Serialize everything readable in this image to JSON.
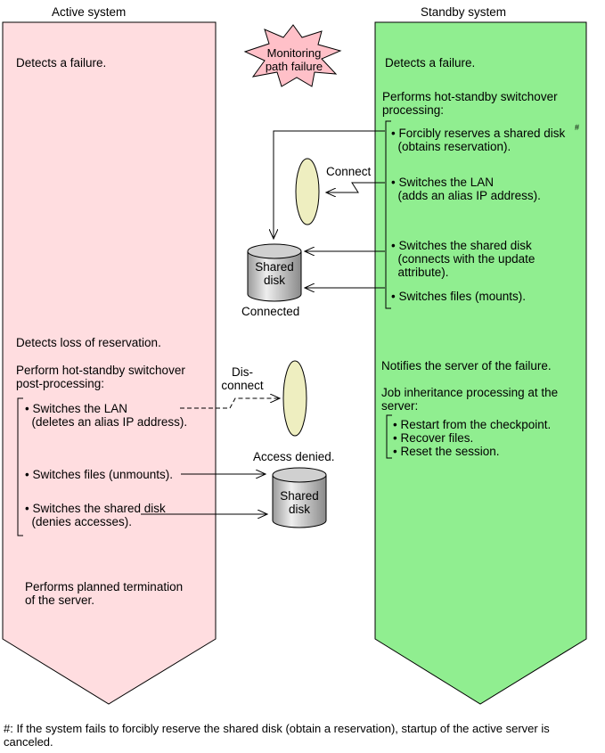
{
  "active": {
    "header": "Active system",
    "detect_failure": "Detects a failure.",
    "detect_loss": "Detects loss of reservation.",
    "post_processing": "Perform hot-standby switchover\npost-processing:",
    "items": [
      "• Switches the LAN\n  (deletes an alias IP address).",
      "• Switches files (unmounts).",
      "• Switches the shared disk\n  (denies accesses)."
    ],
    "termination": "Performs planned termination\nof the server."
  },
  "standby": {
    "header": "Standby system",
    "detect_failure": "Detects a failure.",
    "switchover": "Performs hot-standby switchover\nprocessing:",
    "items": [
      "• Forcibly reserves a shared disk\n  (obtains reservation).",
      "• Switches the LAN\n  (adds an alias IP address).",
      "• Switches the shared disk\n  (connects with the update\n  attribute).",
      "• Switches files (mounts)."
    ],
    "footnote_mark": "#",
    "notify": "Notifies the server of the failure.",
    "job_inheritance": "Job inheritance processing at the\nserver:",
    "job_items": [
      "• Restart from the checkpoint.",
      "• Recover files.",
      "• Reset the session."
    ]
  },
  "middle": {
    "burst": "Monitoring\npath failure",
    "connect": "Connect",
    "shared_disk_top": "Shared\ndisk",
    "connected": "Connected",
    "disconnect": "Dis-\nconnect",
    "access_denied": "Access denied.",
    "shared_disk_bottom": "Shared\ndisk"
  },
  "footnote": "#: If the system fails to forcibly reserve the shared disk (obtain a reservation), startup of the active server is\ncanceled.",
  "colors": {
    "active_fill": "#FFDDE0",
    "standby_fill": "#90EE90",
    "burst_fill": "#FFC0C8",
    "lan_fill": "#EEEEC0",
    "disk_fill": "#C8C8C8"
  }
}
